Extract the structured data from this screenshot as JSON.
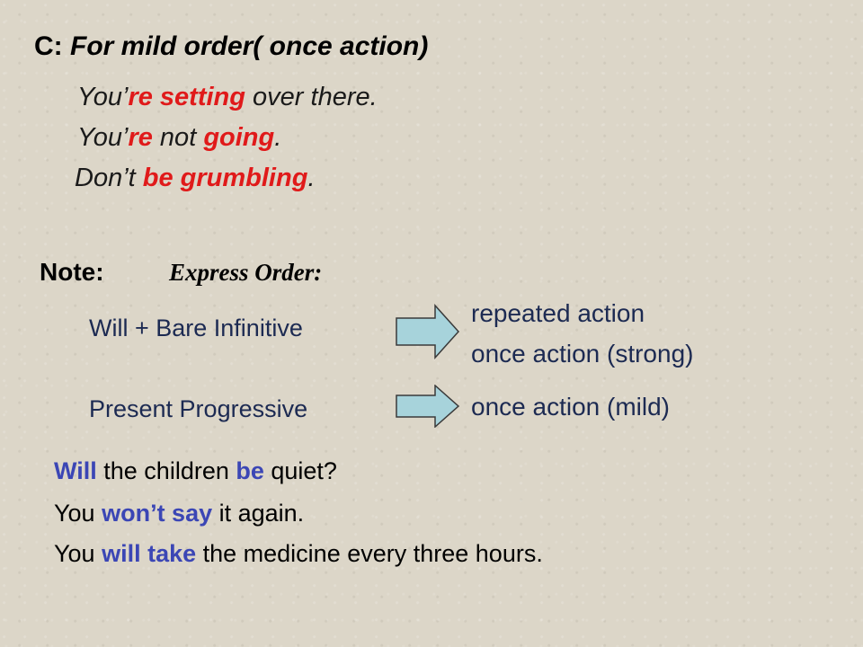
{
  "heading": {
    "prefix": "C: ",
    "text": "For mild order( once action)"
  },
  "examples": [
    {
      "a": "You’",
      "b": "re setting",
      "c": " over there."
    },
    {
      "a": "You’",
      "b": "re",
      "c": " not ",
      "d": "going",
      "e": "."
    },
    {
      "a": "Don’t ",
      "b": "be grumbling",
      "c": "."
    }
  ],
  "note": {
    "label": "Note:",
    "express": "Express Order",
    "colon": ":"
  },
  "rules": [
    {
      "left": "Will + Bare Infinitive",
      "right": [
        "repeated action",
        "once action (strong)"
      ]
    },
    {
      "left": "Present Progressive",
      "right": [
        "once action (mild)"
      ]
    }
  ],
  "sentences": [
    {
      "a": "Will",
      "b": " the children ",
      "c": "be",
      "d": " quiet?"
    },
    {
      "a": "You ",
      "b": "won’t say",
      "c": " it again."
    },
    {
      "a": "You ",
      "b": "will take",
      "c": " the medicine every three hours."
    }
  ],
  "colors": {
    "highlight_red": "#e01a1a",
    "highlight_blue": "#3b46b5",
    "rule_text": "#1c2a52",
    "arrow_fill": "#a7d3db"
  }
}
